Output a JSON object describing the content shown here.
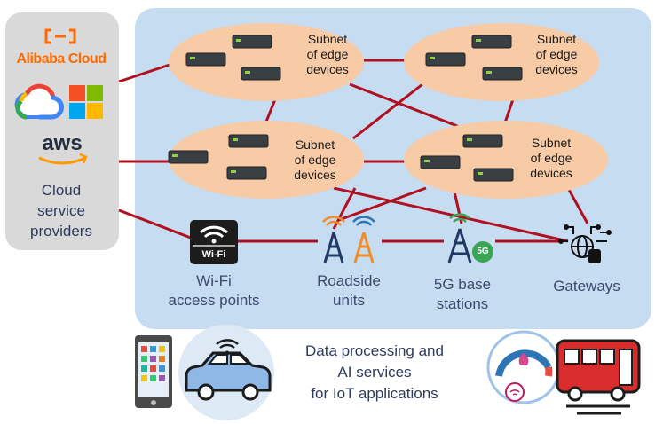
{
  "cloud_panel": {
    "alibaba_label": "Alibaba Cloud",
    "aws_label": "aws",
    "title_line1": "Cloud",
    "title_line2": "service",
    "title_line3": "providers"
  },
  "subnets": [
    {
      "line1": "Subnet",
      "line2": "of edge",
      "line3": "devices"
    },
    {
      "line1": "Subnet",
      "line2": "of edge",
      "line3": "devices"
    },
    {
      "line1": "Subnet",
      "line2": "of edge",
      "line3": "devices"
    },
    {
      "line1": "Subnet",
      "line2": "of edge",
      "line3": "devices"
    }
  ],
  "infrastructure": {
    "wifi_badge": "Wi-Fi",
    "wifi_line1": "Wi-Fi",
    "wifi_line2": "access points",
    "roadside_line1": "Roadside",
    "roadside_line2": "units",
    "base_line1": "5G base",
    "base_line2": "stations",
    "base_badge": "5G",
    "gateways": "Gateways"
  },
  "bottom": {
    "line1": "Data processing and",
    "line2": "AI services",
    "line3": "for IoT applications"
  },
  "colors": {
    "link": "#b01020",
    "cloud_panel_bg": "#d9d9d9",
    "network_bg": "#c6dcf1",
    "subnet_fill": "#f7cba6",
    "text": "#3b4a6b"
  },
  "icons": [
    "alibaba-cloud-logo",
    "google-cloud-icon",
    "microsoft-icon",
    "aws-logo",
    "wifi-icon",
    "antenna-tower-icon",
    "5g-tower-icon",
    "gateway-icon",
    "smartphone-icon",
    "connected-car-icon",
    "speedometer-icon",
    "bus-icon",
    "edge-server-icon"
  ]
}
